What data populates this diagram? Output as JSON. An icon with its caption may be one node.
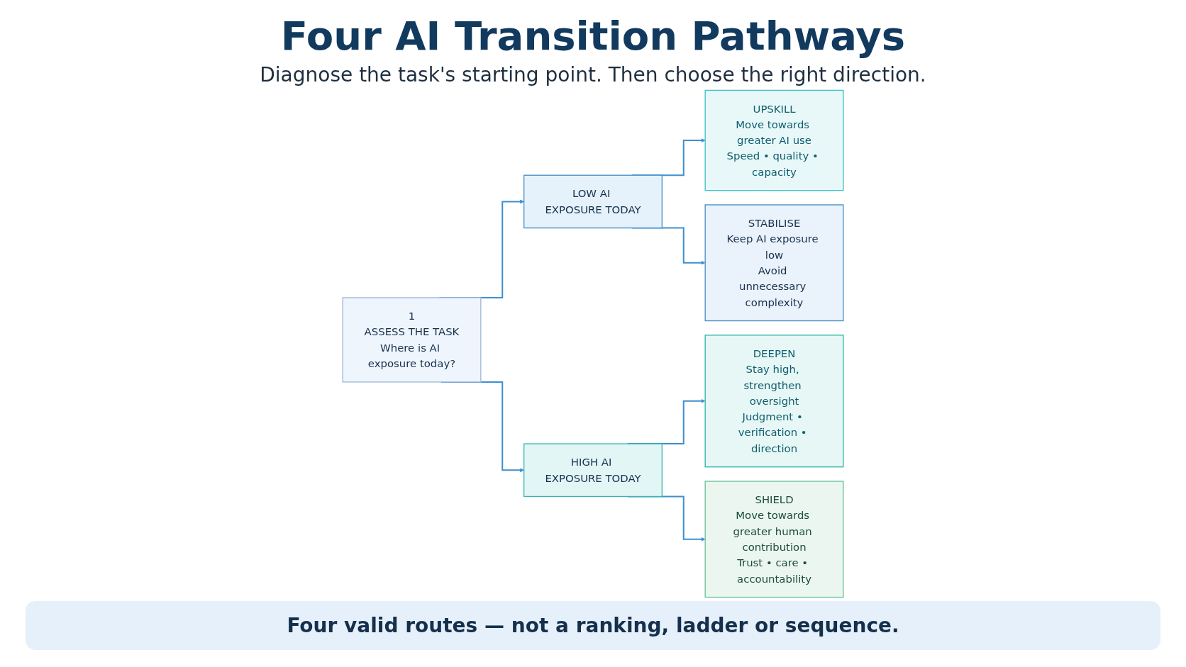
{
  "diagram": {
    "title": "Four AI Transition Pathways",
    "caption": "Four valid routes — not a ranking, ladder or sequence.",
    "labels": [
      "Diagnose the task's starting point. Then choose the right direction."
    ],
    "nodes": [
      {
        "text": [
          "1",
          "ASSESS THE TASK",
          "Where is AI exposure today?"
        ]
      },
      {
        "text": [
          "LOW AI EXPOSURE TODAY"
        ]
      },
      {
        "text": [
          "HIGH AI EXPOSURE TODAY"
        ]
      },
      {
        "text": [
          "UPSKILL",
          "Move towards greater AI use",
          "Speed • quality • capacity"
        ]
      },
      {
        "text": [
          "STABILISE",
          "Keep AI exposure low",
          "Avoid unnecessary complexity"
        ]
      },
      {
        "text": [
          "DEEPEN",
          "Stay high, strengthen oversight",
          "Judgment • verification • direction"
        ]
      },
      {
        "text": [
          "SHIELD",
          "Move towards greater human contribution",
          "Trust • care • accountability"
        ]
      }
    ],
    "edges": [
      {
        "from": 0,
        "to": 1,
        "arrow": "to"
      },
      {
        "from": 0,
        "to": 2,
        "arrow": "to"
      },
      {
        "from": 1,
        "to": 3,
        "arrow": "to"
      },
      {
        "from": 1,
        "to": 4,
        "arrow": "to"
      },
      {
        "from": 2,
        "to": 5,
        "arrow": "to"
      },
      {
        "from": 2,
        "to": 6,
        "arrow": "to"
      }
    ]
  }
}
